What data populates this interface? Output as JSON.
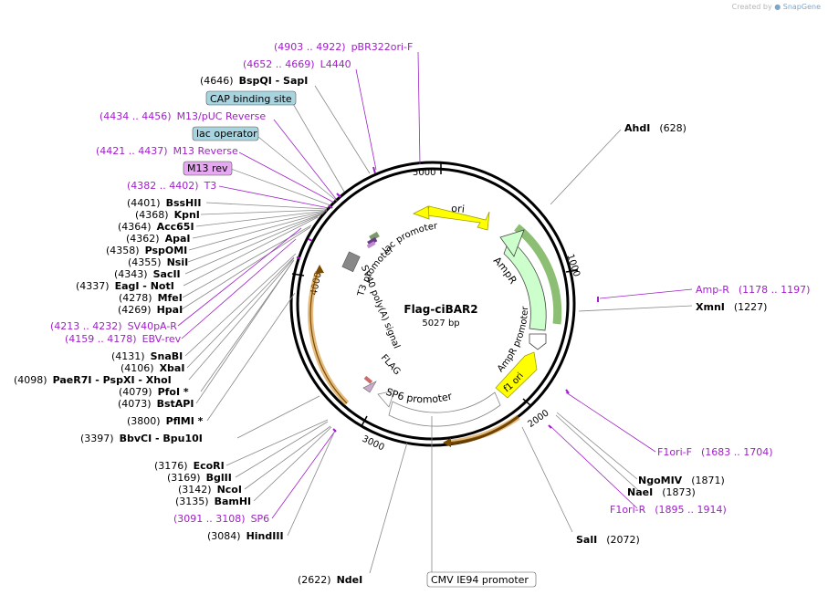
{
  "credit": {
    "prefix": "Created by",
    "brand": "SnapGene"
  },
  "plasmid": {
    "name": "Flag-ciBAR2",
    "size": "5027 bp"
  },
  "ticks": [
    "5000",
    "1000",
    "2000",
    "3000",
    "4000"
  ],
  "colors": {
    "enzyme_pos": "#000000",
    "primer": "#a020c8",
    "ori": "#ffff00",
    "ampr": "#ccffcc",
    "ampr_outline": "#2e8b00",
    "f1ori": "#ffff00",
    "sv40": "#ffb347",
    "cap_box": "#a8d4e0",
    "m13_box": "#e6a8f0",
    "cmv_box": "#ffffff"
  },
  "labels": {
    "pbr322": {
      "pos": "(4903 .. 4922)",
      "name": "pBR322ori-F"
    },
    "l4440": {
      "pos": "(4652 .. 4669)",
      "name": "L4440"
    },
    "bspqi": {
      "pos": "(4646)",
      "name": "BspQI - SapI"
    },
    "cap": {
      "name": "CAP binding site"
    },
    "m13puc": {
      "pos": "(4434 .. 4456)",
      "name": "M13/pUC Reverse"
    },
    "lacop": {
      "name": "lac operator"
    },
    "m13rev_p": {
      "pos": "(4421 .. 4437)",
      "name": "M13 Reverse"
    },
    "m13rev": {
      "name": "M13 rev"
    },
    "t3": {
      "pos": "(4382 .. 4402)",
      "name": "T3"
    },
    "bsshii": {
      "pos": "(4401)",
      "name": "BssHII"
    },
    "kpni": {
      "pos": "(4368)",
      "name": "KpnI"
    },
    "acc65i": {
      "pos": "(4364)",
      "name": "Acc65I"
    },
    "apai": {
      "pos": "(4362)",
      "name": "ApaI"
    },
    "pspomi": {
      "pos": "(4358)",
      "name": "PspOMI"
    },
    "nsii": {
      "pos": "(4355)",
      "name": "NsiI"
    },
    "sacii": {
      "pos": "(4343)",
      "name": "SacII"
    },
    "eagi": {
      "pos": "(4337)",
      "name": "EagI - NotI"
    },
    "mfei": {
      "pos": "(4278)",
      "name": "MfeI"
    },
    "hpai": {
      "pos": "(4269)",
      "name": "HpaI"
    },
    "sv40pa": {
      "pos": "(4213 .. 4232)",
      "name": "SV40pA-R"
    },
    "ebv": {
      "pos": "(4159 .. 4178)",
      "name": "EBV-rev"
    },
    "snabi": {
      "pos": "(4131)",
      "name": "SnaBI"
    },
    "xbai": {
      "pos": "(4106)",
      "name": "XbaI"
    },
    "paer7i": {
      "pos": "(4098)",
      "name": "PaeR7I - PspXI - XhoI"
    },
    "pfoi": {
      "pos": "(4079)",
      "name": "PfoI *"
    },
    "bstapi": {
      "pos": "(4073)",
      "name": "BstAPI"
    },
    "pfimi": {
      "pos": "(3800)",
      "name": "PflMI *"
    },
    "bbvci": {
      "pos": "(3397)",
      "name": "BbvCI - Bpu10I"
    },
    "ecori": {
      "pos": "(3176)",
      "name": "EcoRI"
    },
    "bglii": {
      "pos": "(3169)",
      "name": "BglII"
    },
    "ncoi": {
      "pos": "(3142)",
      "name": "NcoI"
    },
    "bamhi": {
      "pos": "(3135)",
      "name": "BamHI"
    },
    "sp6p": {
      "pos": "(3091 .. 3108)",
      "name": "SP6"
    },
    "hindiii": {
      "pos": "(3084)",
      "name": "HindIII"
    },
    "ndei": {
      "pos": "(2622)",
      "name": "NdeI"
    },
    "cmv": {
      "name": "CMV IE94 promoter"
    },
    "sali": {
      "pos": "(2072)",
      "name": "SalI"
    },
    "f1orir": {
      "pos": "(1895 .. 1914)",
      "name": "F1ori-R"
    },
    "naei": {
      "pos": "(1873)",
      "name": "NaeI"
    },
    "ngomiv": {
      "pos": "(1871)",
      "name": "NgoMIV"
    },
    "f1orif": {
      "pos": "(1683 .. 1704)",
      "name": "F1ori-F"
    },
    "xmni": {
      "pos": "(1227)",
      "name": "XmnI"
    },
    "ampr_p": {
      "pos": "(1178 .. 1197)",
      "name": "Amp-R"
    },
    "ahdi": {
      "pos": "(628)",
      "name": "AhdI"
    }
  },
  "features": {
    "ori": "ori",
    "ampr": "AmpR",
    "ampr_prom": "AmpR promoter",
    "f1ori": "f1 ori",
    "sp6prom": "SP6 promoter",
    "flag": "FLAG",
    "sv40polya": "SV40 poly(A) signal",
    "t3prom": "T3 promoter",
    "lacprom": "lac promoter"
  }
}
